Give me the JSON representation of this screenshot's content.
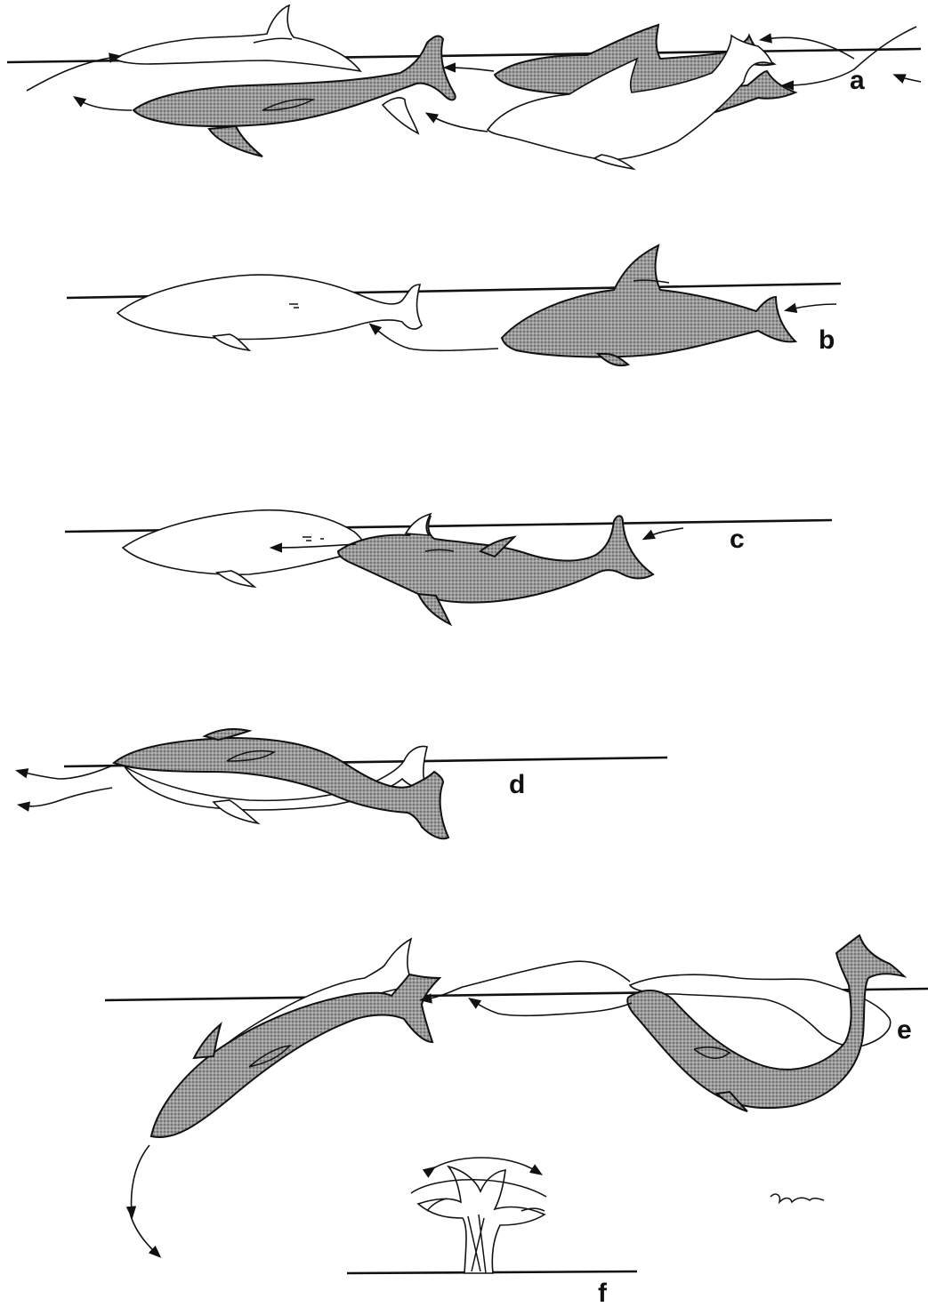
{
  "figure": {
    "panels": [
      {
        "id": "a",
        "label": "a"
      },
      {
        "id": "b",
        "label": "b"
      },
      {
        "id": "c",
        "label": "c"
      },
      {
        "id": "d",
        "label": "d"
      },
      {
        "id": "e",
        "label": "e"
      },
      {
        "id": "f",
        "label": "f"
      }
    ],
    "colors": {
      "ink": "#111111",
      "shade": "#8c8c8c",
      "background": "#ffffff"
    }
  }
}
